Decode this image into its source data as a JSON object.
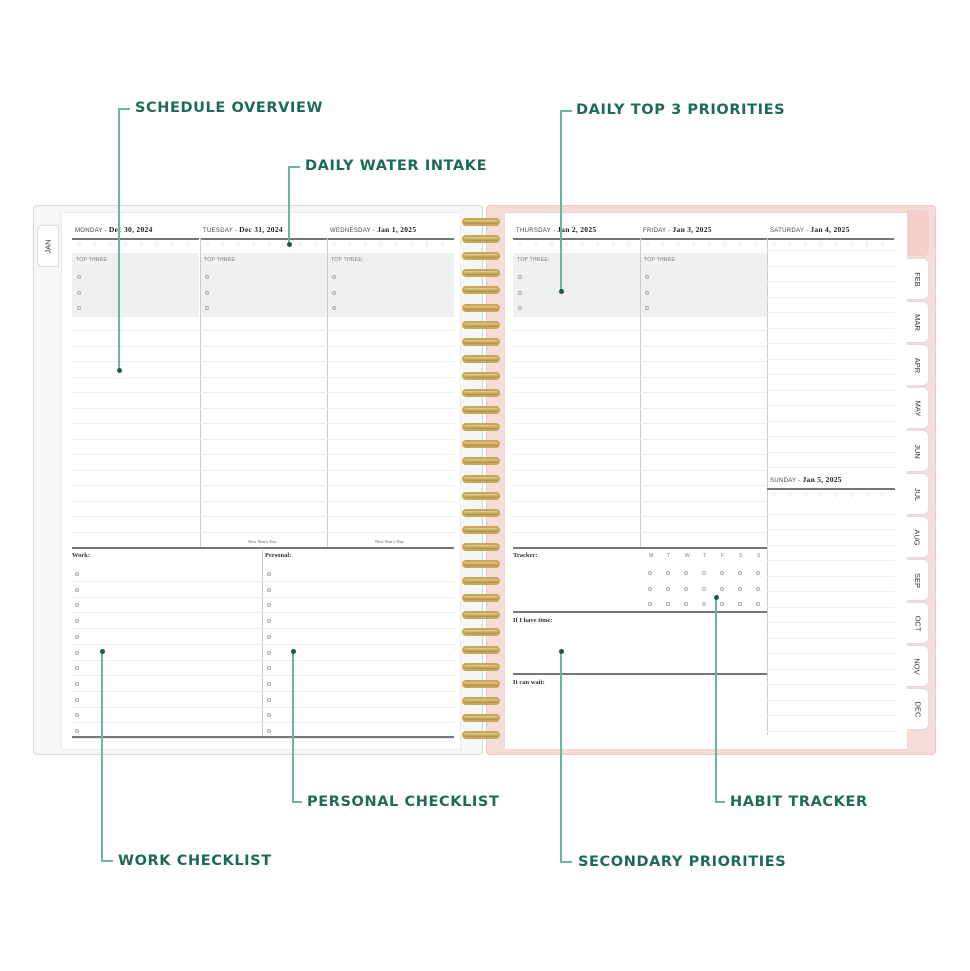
{
  "callouts": {
    "schedule_overview": "SCHEDULE OVERVIEW",
    "daily_water_intake": "DAILY WATER INTAKE",
    "daily_top3": "DAILY TOP 3 PRIORITIES",
    "personal_checklist": "PERSONAL CHECKLIST",
    "work_checklist": "WORK CHECKLIST",
    "secondary_priorities": "SECONDARY PRIORITIES",
    "habit_tracker": "HABIT TRACKER"
  },
  "left_tab": "JAN",
  "month_tabs": [
    "FEB",
    "MAR",
    "APR",
    "MAY",
    "JUN",
    "JUL",
    "AUG",
    "SEP",
    "OCT",
    "NOV",
    "DEC"
  ],
  "days": [
    {
      "name": "MONDAY",
      "date": "Dec 30, 2024"
    },
    {
      "name": "TUESDAY",
      "date": "Dec 31, 2024",
      "holiday": "New Year's Eve"
    },
    {
      "name": "WEDNESDAY",
      "date": "Jan 1, 2025",
      "holiday": "New Year's Day"
    },
    {
      "name": "THURSDAY",
      "date": "Jan 2, 2025"
    },
    {
      "name": "FRIDAY",
      "date": "Jan 3, 2025"
    },
    {
      "name": "SATURDAY",
      "date": "Jan 4, 2025"
    },
    {
      "name": "SUNDAY",
      "date": "Jan 5, 2025"
    }
  ],
  "top_three_label": "TOP THREE:",
  "separator": " - ",
  "work_label": "Work:",
  "personal_label": "Personal:",
  "tracker_label": "Tracker:",
  "tracker_days": [
    "M",
    "T",
    "W",
    "T",
    "F",
    "S",
    "S"
  ],
  "if_time_label": "If I have time:",
  "can_wait_label": "It can wait:"
}
